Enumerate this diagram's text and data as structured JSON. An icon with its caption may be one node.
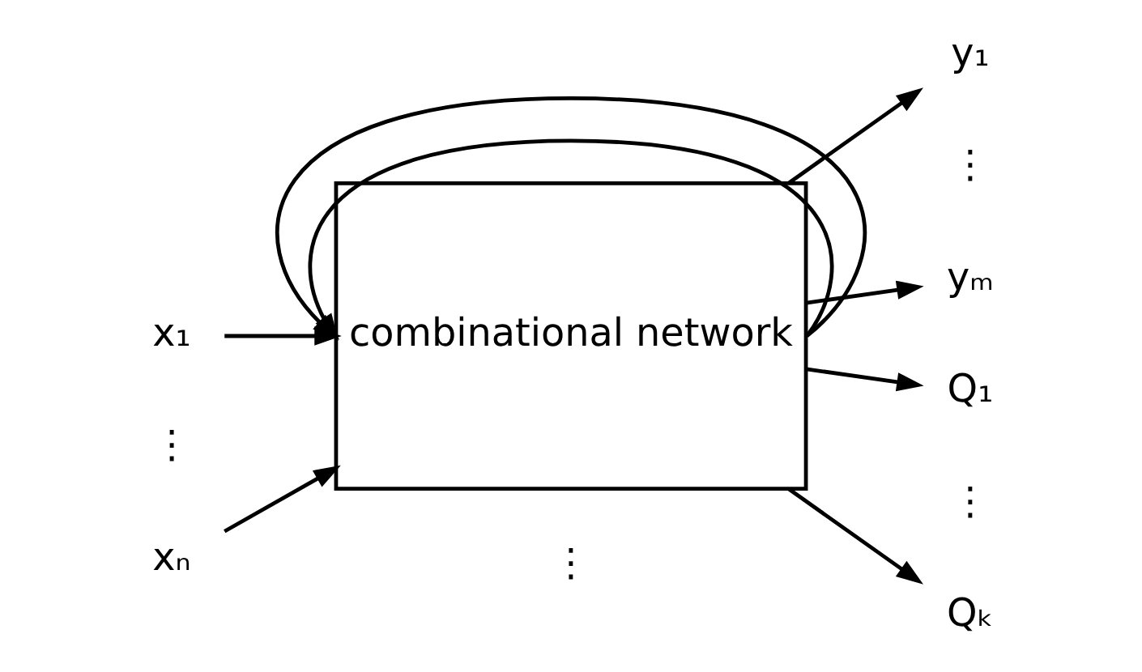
{
  "diagram": {
    "nodes": [
      {
        "text": [
          "x₁"
        ]
      },
      {
        "text": [
          "xₙ"
        ]
      },
      {
        "text": [
          "combinational network"
        ]
      },
      {
        "text": [
          "y₁"
        ]
      },
      {
        "text": [
          "yₘ"
        ]
      },
      {
        "text": [
          "Q₁"
        ]
      },
      {
        "text": [
          "Qₖ"
        ]
      }
    ],
    "edges": [
      {
        "from": 0,
        "to": 2,
        "arrow": "to"
      },
      {
        "from": 1,
        "to": 2,
        "arrow": "to"
      },
      {
        "from": 2,
        "to": 3,
        "arrow": "to"
      },
      {
        "from": 2,
        "to": 4,
        "arrow": "to"
      },
      {
        "from": 2,
        "to": 5,
        "arrow": "to"
      },
      {
        "from": 2,
        "to": 6,
        "arrow": "to"
      },
      {
        "from": 2,
        "to": 2,
        "arrow": "to"
      },
      {
        "from": 2,
        "to": 2,
        "arrow": "to"
      }
    ],
    "labels": [
      "⋮",
      "⋮",
      "⋮",
      "⋮"
    ]
  }
}
